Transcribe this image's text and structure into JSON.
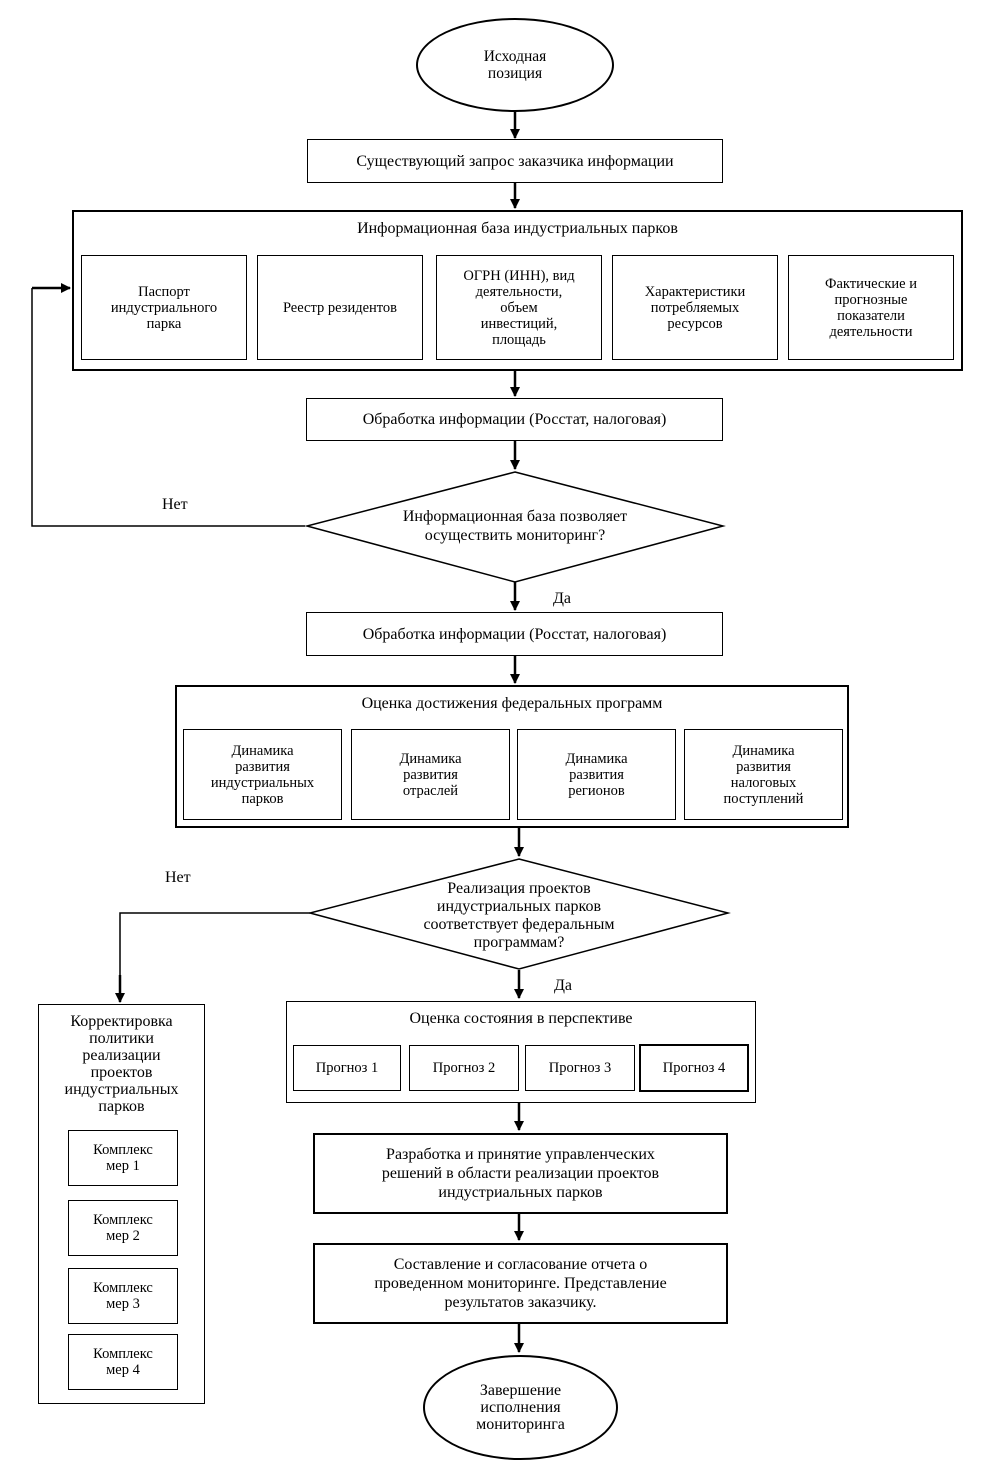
{
  "start": "Исходная\nпозиция",
  "request": "Существующий запрос заказчика информации",
  "infobase": {
    "title": "Информационная база индустриальных парков",
    "items": [
      "Паспорт\nиндустриального\nпарка",
      "Реестр резидентов",
      "ОГРН (ИНН), вид\nдеятельности,\nобъем\nинвестиций,\nплощадь",
      "Характеристики\nпотребляемых\nресурсов",
      "Фактические и\nпрогнозные\nпоказатели\nдеятельности"
    ]
  },
  "processing1": "Обработка информации (Росстат, налоговая)",
  "decision1": "Информационная база позволяет\nосуществить мониторинг?",
  "decision1_no": "Нет",
  "decision1_yes": "Да",
  "processing2": "Обработка информации (Росстат, налоговая)",
  "federal": {
    "title": "Оценка достижения федеральных программ",
    "items": [
      "Динамика\nразвития\nиндустриальных\nпарков",
      "Динамика\nразвития\nотраслей",
      "Динамика\nразвития\nрегионов",
      "Динамика\nразвития\nналоговых\nпоступлений"
    ]
  },
  "decision2": "Реализация проектов\nиндустриальных  парков\nсоответствует федеральным\nпрограммам?",
  "decision2_no": "Нет",
  "decision2_yes": "Да",
  "correction": {
    "title": "Корректировка\nполитики\nреализации\nпроектов\nиндустриальных\nпарков",
    "items": [
      "Комплекс\nмер 1",
      "Комплекс\nмер 2",
      "Комплекс\nмер 3",
      "Комплекс\nмер 4"
    ]
  },
  "outlook": {
    "title": "Оценка состояния в перспективе",
    "items": [
      "Прогноз 1",
      "Прогноз 2",
      "Прогноз 3",
      "Прогноз 4"
    ]
  },
  "decisions": "Разработка и принятие управленческих\nрешений в области реализации проектов\nиндустриальных парков",
  "report": "Составление и согласование отчета о\nпроведенном мониторинге. Представление\nрезультатов заказчику.",
  "end": "Завершение\nисполнения\nмониторинга"
}
